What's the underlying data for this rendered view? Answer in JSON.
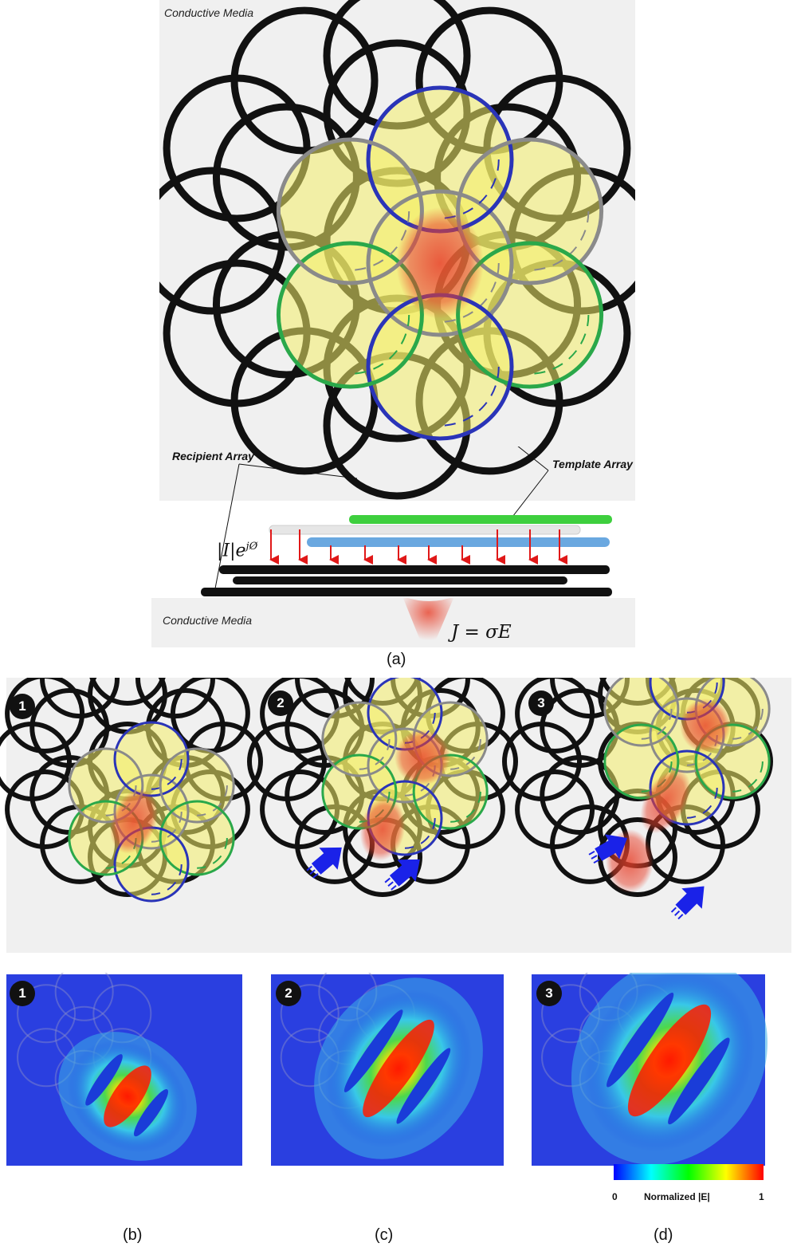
{
  "panel_a": {
    "media_top_label": "Conductive Media",
    "media_bottom_label": "Conductive Media",
    "recipient_label": "Recipient Array",
    "template_label": "Template Array",
    "current_expr": "|I|e",
    "current_exp": "jØ",
    "ohms_law": "J = σE",
    "caption": "(a)"
  },
  "steps": [
    "1",
    "2",
    "3"
  ],
  "heatmap_steps": [
    "1",
    "2",
    "3"
  ],
  "colorbar": {
    "min_label": "0",
    "title": "Normalized |E|",
    "max_label": "1"
  },
  "captions": {
    "b": "(b)",
    "c": "(c)",
    "d": "(d)"
  },
  "colors": {
    "recipient": "#111111",
    "template_blue": "#2a34b8",
    "template_gray": "#8a8a8a",
    "template_green": "#2aa84a",
    "fill_yellow": "#f4ee6a",
    "focus_red": "#e8402a",
    "arrow_blue": "#1a22e8",
    "panel_bg": "#f0f0f0"
  }
}
